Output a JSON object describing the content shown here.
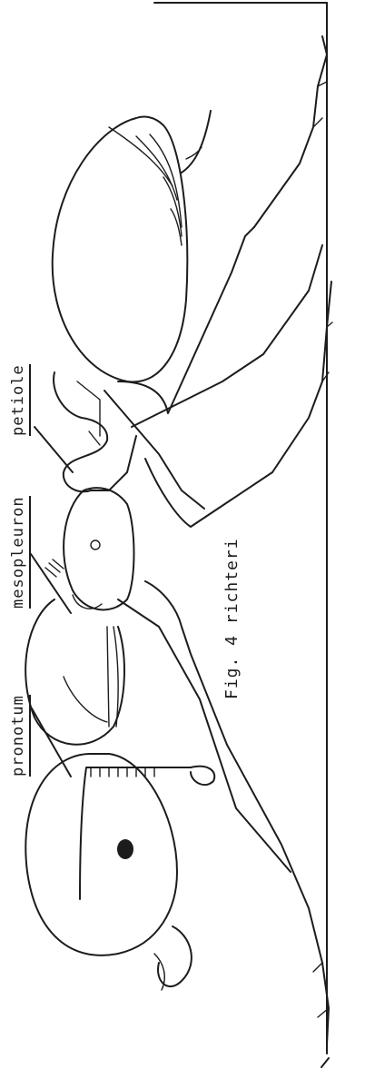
{
  "labels": {
    "pronotum": "pronotum",
    "mesopleuron": "mesopleuron",
    "petiole": "petiole"
  },
  "caption": "Fig. 4 richteri"
}
